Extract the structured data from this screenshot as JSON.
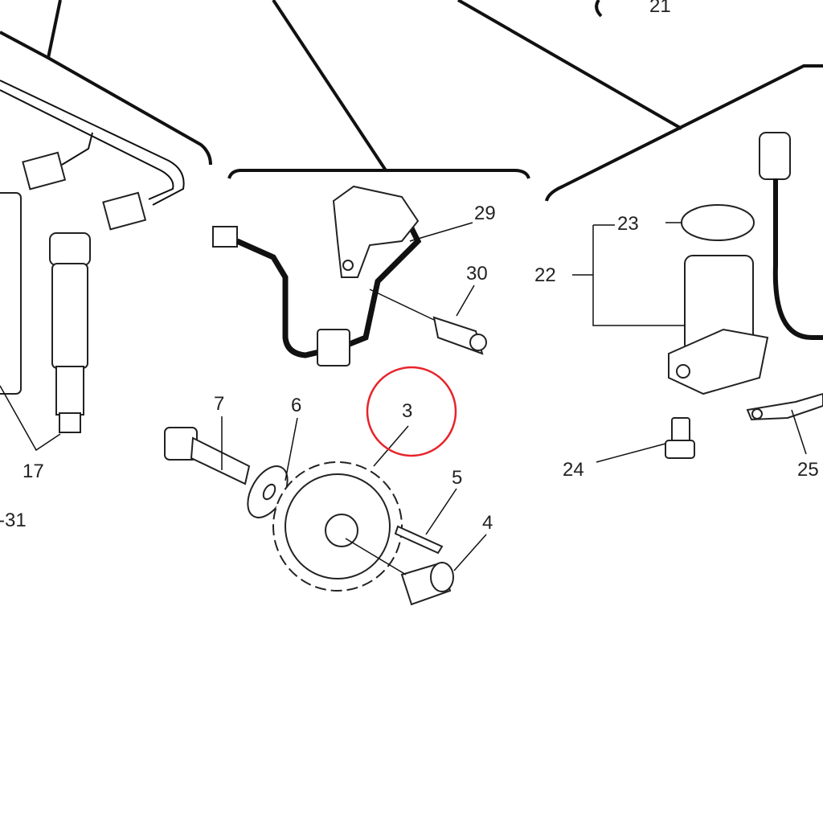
{
  "diagram": {
    "highlight_color": "#e8232a",
    "highlighted_part": "3",
    "labels": {
      "l21": "21",
      "l29": "29",
      "l30": "30",
      "l22": "22",
      "l23": "23",
      "l7": "7",
      "l6": "6",
      "l3": "3",
      "l5": "5",
      "l4": "4",
      "l24": "24",
      "l25": "25",
      "l17": "17",
      "l31": "-31"
    }
  }
}
